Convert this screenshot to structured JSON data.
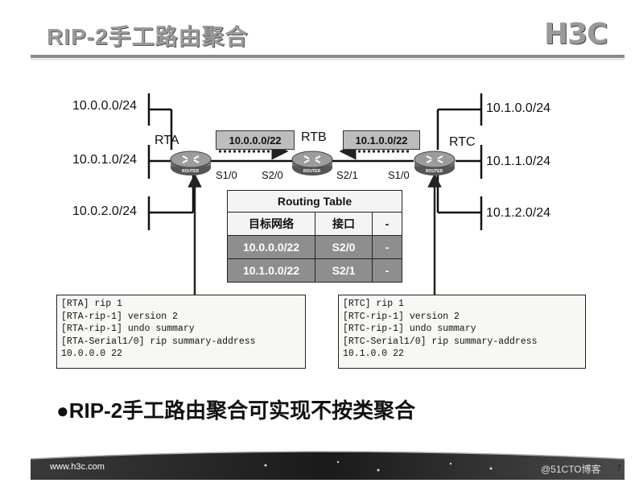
{
  "title": "RIP-2手工路由聚合",
  "logo": "H3C",
  "networks": {
    "rta_1": "10.0.0.0/24",
    "rta_2": "10.0.1.0/24",
    "rta_3": "10.0.2.0/24",
    "rtc_1": "10.1.0.0/24",
    "rtc_2": "10.1.1.0/24",
    "rtc_3": "10.1.2.0/24"
  },
  "routers": {
    "rta": "RTA",
    "rtb": "RTB",
    "rtc": "RTC",
    "icon_label": "ROUTER"
  },
  "interfaces": {
    "rta_s10": "S1/0",
    "rtb_s20": "S2/0",
    "rtb_s21": "S2/1",
    "rtc_s10": "S1/0"
  },
  "summaries": {
    "left": "10.0.0.0/22",
    "right": "10.1.0.0/22"
  },
  "routing_table": {
    "caption": "Routing Table",
    "headers": [
      "目标网络",
      "接口",
      "-"
    ],
    "rows": [
      [
        "10.0.0.0/22",
        "S2/0",
        "-"
      ],
      [
        "10.1.0.0/22",
        "S2/1",
        "-"
      ]
    ]
  },
  "config_rta": "[RTA] rip 1\n[RTA-rip-1] version 2\n[RTA-rip-1] undo summary\n[RTA-Serial1/0] rip summary-address\n10.0.0.0 22",
  "config_rtc": "[RTC] rip 1\n[RTC-rip-1] version 2\n[RTC-rip-1] undo summary\n[RTC-Serial1/0] rip summary-address\n10.1.0.0 22",
  "bullet": "●RIP-2手工路由聚合可实现不按类聚合",
  "footer": {
    "url": "www.h3c.com",
    "page": "7",
    "watermark": "@51CTO博客"
  },
  "colors": {
    "router": "#7a7a7a",
    "title_gray": "#9a9a9a",
    "summary_fill": "#bdbdbd",
    "table_data_fill": "#8e8e8e"
  }
}
